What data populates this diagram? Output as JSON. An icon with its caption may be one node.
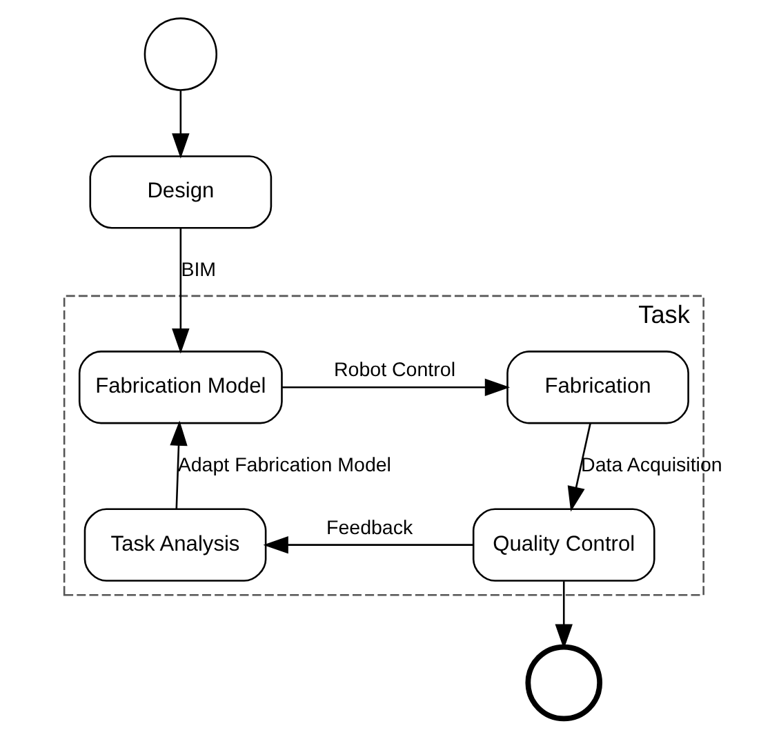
{
  "diagram": {
    "nodes": [
      {
        "text": [],
        "shape": "circle"
      },
      {
        "text": [
          "Design"
        ]
      },
      {
        "text": [
          "Task"
        ]
      },
      {
        "text": [
          "Fabrication Model"
        ],
        "in": 2
      },
      {
        "text": [
          "Fabrication"
        ],
        "in": 2
      },
      {
        "text": [
          "Task Analysis"
        ],
        "in": 2
      },
      {
        "text": [
          "Quality Control"
        ],
        "in": 2
      },
      {
        "text": [],
        "shape": "circle"
      }
    ],
    "edges": [
      {
        "from": 0,
        "to": 1,
        "arrow": "to"
      },
      {
        "from": 1,
        "to": 3,
        "arrow": "to",
        "label": "BIM"
      },
      {
        "from": 3,
        "to": 4,
        "arrow": "to",
        "label": "Robot Control"
      },
      {
        "from": 4,
        "to": 6,
        "arrow": "to",
        "label": "Data Acquisition"
      },
      {
        "from": 6,
        "to": 5,
        "arrow": "to",
        "label": "Feedback"
      },
      {
        "from": 5,
        "to": 3,
        "arrow": "to",
        "label": "Adapt Fabrication Model"
      },
      {
        "from": 6,
        "to": 7,
        "arrow": "to"
      }
    ]
  }
}
